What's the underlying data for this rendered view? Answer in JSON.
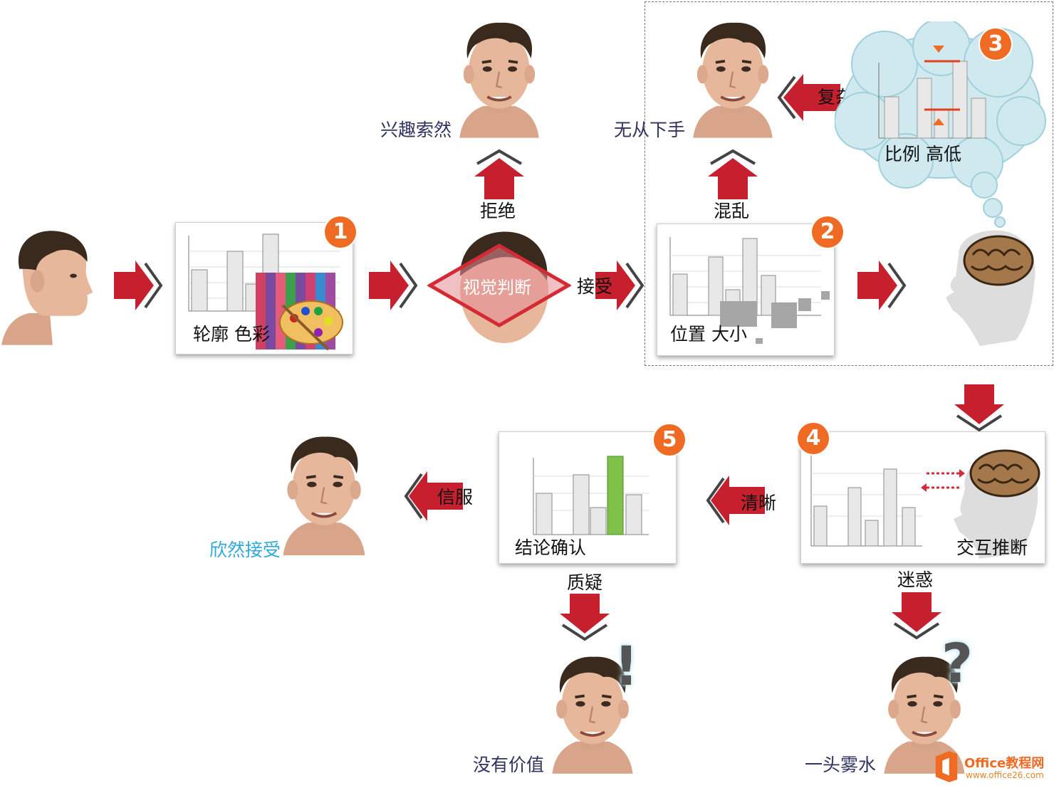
{
  "labels": {
    "uninterested": "兴趣索然",
    "no_start": "无从下手",
    "complex": "复杂",
    "ratio_height": "比例 高低",
    "reject": "拒绝",
    "chaos": "混乱",
    "outline_color": "轮廓 色彩",
    "visual_judgement": "视觉判断",
    "accept": "接受",
    "position_size": "位置 大小",
    "trust": "信服",
    "clear": "清晰",
    "conclusion_confirm": "结论确认",
    "interactive_inference": "交互推断",
    "gladly_accept": "欣然接受",
    "question": "质疑",
    "confused": "迷惑",
    "no_value": "没有价值",
    "baffled": "一头雾水"
  },
  "badges": {
    "b1": "1",
    "b2": "2",
    "b3": "3",
    "b4": "4",
    "b5": "5"
  },
  "marks": {
    "exclaim": "!",
    "question": "?"
  },
  "logo": {
    "name": "Office教程网",
    "url": "www.office26.com"
  },
  "colors": {
    "arrow_red": "#c6202e",
    "badge_orange": "#ef6a22",
    "label_dark": "#2f3360",
    "label_blue": "#2fa8dc",
    "highlight_green": "#7fc24a",
    "thought_cloud": "#cfe9ef"
  },
  "icons": [
    "face-icon",
    "brain-icon",
    "palette-icon",
    "arrow-icon"
  ]
}
